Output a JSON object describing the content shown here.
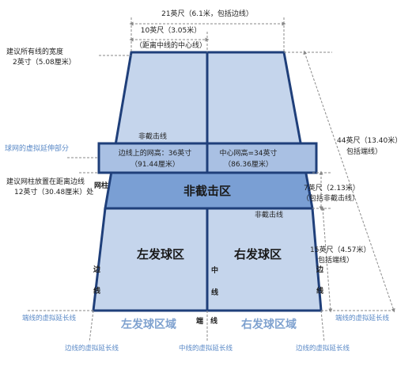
{
  "dims": {
    "width_total": "21英尺（6.1米，包括边线）",
    "half_width": "10英尺（3.05米）",
    "half_width_note": "（距离中线的中心线）",
    "line_width_1": "建议所有线的宽度",
    "line_width_2": "2英寸（5.08厘米）",
    "length_total_1": "44英尺（13.40米）",
    "length_total_2": "包括端线）",
    "nvz_1": "7英尺（2.13米）",
    "nvz_2": "（包括非截击线）",
    "service_1": "15英尺（4.57米）",
    "service_2": "包括端线）"
  },
  "labels": {
    "nvz_line_top": "非截击线",
    "nvz_line_bottom": "非截击线",
    "virtual_ext": "球网的虚拟延伸部分",
    "net_post_1": "建议网柱放置在距离边线",
    "net_post_2": "12英寸（30.48厘米）处",
    "net_post": "网柱",
    "net_side_1": "边线上的网高：36英寸",
    "net_side_2": "（91.44厘米）",
    "net_center_1": "中心网高=34英寸",
    "net_center_2": "（86.36厘米）",
    "nvz": "非截击区",
    "left_service": "左发球区",
    "right_service": "右发球区",
    "sideline_left_1": "边",
    "sideline_left_2": "线",
    "sideline_right_1": "边",
    "sideline_right_2": "线",
    "centerline_1": "中",
    "centerline_2": "线",
    "baseline_1": "端",
    "baseline_2": "线",
    "baseline_ext_left": "端线的虚拟延长线",
    "baseline_ext_right": "端线的虚拟延长线",
    "left_service_area": "左发球区域",
    "right_service_area": "右发球区域",
    "sideline_ext_left": "边线的虚拟延长线",
    "center_ext": "中线的虚拟延长线",
    "sideline_ext_right": "边线的虚拟延长线"
  },
  "colors": {
    "court_fill": "#c5d5ec",
    "nvz_fill": "#7a9fd4",
    "line": "#1f3f7a",
    "dim_line": "#8a8a8a",
    "blue_text": "#5b8ac7"
  }
}
